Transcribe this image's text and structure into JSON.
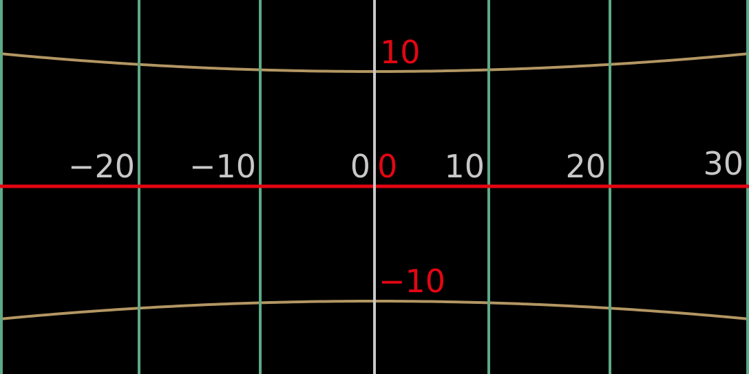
{
  "map": {
    "projection_note": "",
    "colors": {
      "background": "#000000",
      "equator": "#e30613",
      "prime_meridian": "#c8c8c8",
      "meridians": "#5ea986",
      "parallels": "#b39662",
      "longitude_labels": "#c8c8c8",
      "latitude_labels": "#e30613"
    },
    "meridians": [
      -20,
      -10,
      0,
      10,
      20,
      30
    ],
    "parallels": [
      10,
      -10
    ],
    "longitude_labels": [
      {
        "value": -20,
        "text": "−20"
      },
      {
        "value": -10,
        "text": "−10"
      },
      {
        "value": 0,
        "text": "0"
      },
      {
        "value": 10,
        "text": "10"
      },
      {
        "value": 20,
        "text": "20"
      },
      {
        "value": 30,
        "text": "30"
      }
    ],
    "latitude_labels": [
      {
        "value": 10,
        "text": "10"
      },
      {
        "value": 0,
        "text": "0"
      },
      {
        "value": -10,
        "text": "−10"
      }
    ]
  }
}
